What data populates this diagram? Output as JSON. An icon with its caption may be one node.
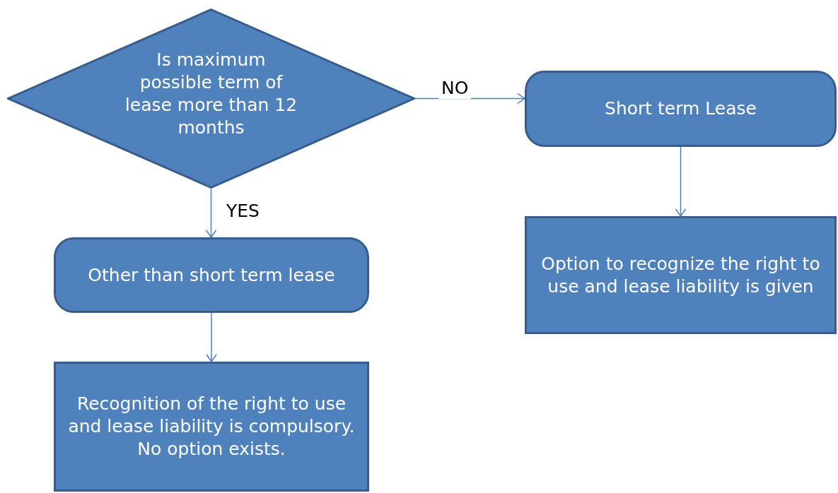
{
  "diagram": {
    "nodes": [
      {
        "text": [
          "Is maximum possible term of lease more than 12 months"
        ]
      },
      {
        "text": [
          "Short term Lease"
        ]
      },
      {
        "text": [
          "Option to recognize the right to use and lease liability is given"
        ]
      },
      {
        "text": [
          "Other than short term lease"
        ]
      },
      {
        "text": [
          "Recognition of the right to use and lease liability is compulsory. No option exists."
        ]
      }
    ],
    "edges": [
      {
        "from": 0,
        "to": 1,
        "arrow": "to",
        "label": "NO"
      },
      {
        "from": 1,
        "to": 2,
        "arrow": "to"
      },
      {
        "from": 0,
        "to": 3,
        "arrow": "to",
        "label": "YES"
      },
      {
        "from": 3,
        "to": 4,
        "arrow": "to"
      }
    ]
  }
}
